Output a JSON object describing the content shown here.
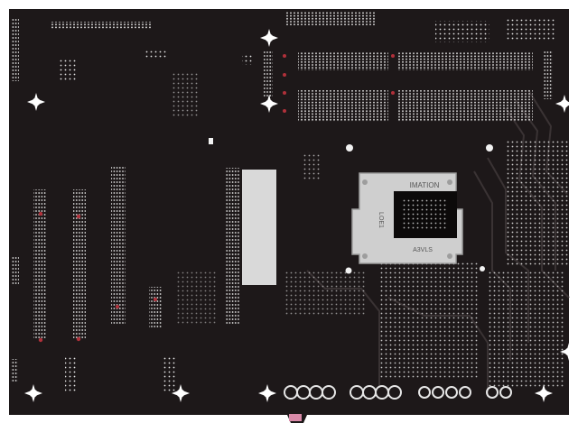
{
  "image": {
    "subject": "motherboard-back-side",
    "colors": {
      "background": "#ffffff",
      "pcb": "#1d1819",
      "pcb_edge": "#2a2425",
      "trace": "#3a3334",
      "solder": "#e6e6e6",
      "plate": "#cfcfcf",
      "plate_dark": "#9d9d9d",
      "gap": "#0c0a0a",
      "red_dot": "#b0303a",
      "pink_part": "#d98aa8"
    },
    "cpu_plate": {
      "top_label": "IMATION",
      "mid_label": "LOE1",
      "bottom_label": "A3VLS"
    }
  }
}
